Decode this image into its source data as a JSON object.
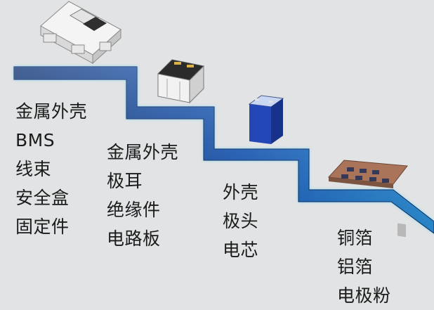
{
  "levels": [
    {
      "id": "pack",
      "icon": "battery-pack-housing-icon",
      "items": [
        "金属外壳",
        "BMS",
        "线束",
        "安全盒",
        "固定件"
      ]
    },
    {
      "id": "module",
      "icon": "battery-module-icon",
      "items": [
        "金属外壳",
        "极耳",
        "绝缘件",
        "电路板"
      ]
    },
    {
      "id": "cell",
      "icon": "prismatic-cell-icon",
      "items": [
        "外壳",
        "极头",
        "电芯"
      ]
    },
    {
      "id": "electrode",
      "icon": "electrode-sheet-icon",
      "items": [
        "铜箔",
        "铝箔",
        "电极粉"
      ]
    }
  ],
  "colors": {
    "background": "#e1e3e4",
    "stair_dark": "#0b2f72",
    "stair_mid": "#1e6fd0",
    "stair_glow": "#4fd6ff",
    "text": "#1b1b1b"
  }
}
